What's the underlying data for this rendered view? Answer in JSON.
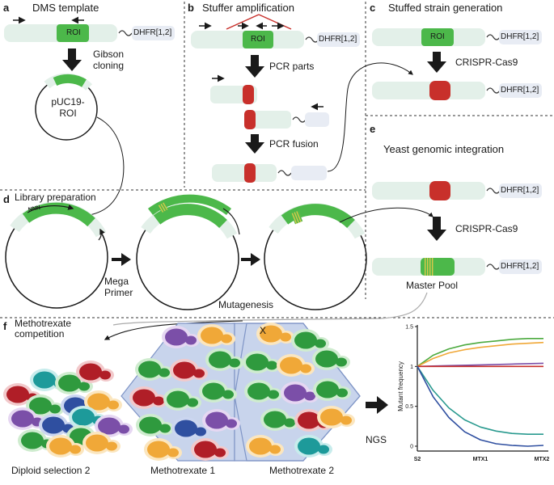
{
  "panels": {
    "a": {
      "letter": "a",
      "title": "DMS template",
      "roi": "ROI",
      "dhfr": "DHFR[1,2]",
      "step": "Gibson cloning",
      "plasmid": "pUC19-ROI"
    },
    "b": {
      "letter": "b",
      "title": "Stuffer amplification",
      "roi": "ROI",
      "dhfr": "DHFR[1,2]",
      "step1": "PCR parts",
      "step2": "PCR fusion"
    },
    "c": {
      "letter": "c",
      "title": "Stuffed strain generation",
      "roi": "ROI",
      "dhfr_top": "DHFR[1,2]",
      "step": "CRISPR-Cas9",
      "dhfr_bottom": "DHFR[1,2]"
    },
    "d": {
      "letter": "d",
      "title": "Library preparation",
      "nnn": "NNN",
      "step1": "Mega Primer",
      "step2": "Mutagenesis"
    },
    "e": {
      "letter": "e",
      "title": "Yeast genomic integration",
      "dhfr_top": "DHFR[1,2]",
      "step": "CRISPR-Cas9",
      "dhfr_bottom": "DHFR[1,2]",
      "pool": "Master Pool"
    },
    "f": {
      "letter": "f",
      "title": "Methotrexate competition",
      "cross": "X",
      "stage1": "Diploid selection 2",
      "stage2": "Methotrexate 1",
      "stage3": "Methotrexate 2",
      "ngs": "NGS"
    }
  },
  "colors": {
    "roi_green": "#4cb84a",
    "stuffer_red": "#c8302b",
    "dna_light": "#e3f0e9",
    "dhfr_box": "#e8ecf4",
    "panel_bg": "#c8d4ec",
    "mutation_yellow": "#d9c94a"
  },
  "chart_data": {
    "type": "line",
    "ylabel": "Mutant frequency",
    "xlabel": "",
    "categories": [
      "S2",
      "MTX1",
      "MTX2"
    ],
    "yticks": [
      "0",
      "0.5",
      "1",
      "1.5"
    ],
    "ylim": [
      0,
      1.5
    ],
    "series": [
      {
        "color": "#4caa3f",
        "x": [
          0,
          0.25,
          0.5,
          0.75,
          1.0,
          1.25,
          1.5,
          1.75,
          2.0
        ],
        "values": [
          1.0,
          1.14,
          1.22,
          1.27,
          1.3,
          1.32,
          1.34,
          1.35,
          1.35
        ]
      },
      {
        "color": "#f0a838",
        "x": [
          0,
          0.25,
          0.5,
          0.75,
          1.0,
          1.25,
          1.5,
          1.75,
          2.0
        ],
        "values": [
          1.0,
          1.1,
          1.17,
          1.21,
          1.24,
          1.26,
          1.28,
          1.29,
          1.3
        ]
      },
      {
        "color": "#7b4fa8",
        "x": [
          0,
          0.5,
          1.0,
          1.5,
          2.0
        ],
        "values": [
          1.0,
          1.01,
          1.02,
          1.03,
          1.04
        ]
      },
      {
        "color": "#c8302b",
        "x": [
          0,
          1.0,
          2.0
        ],
        "values": [
          1.0,
          1.0,
          1.0
        ]
      },
      {
        "color": "#2a9a8f",
        "x": [
          0,
          0.25,
          0.5,
          0.75,
          1.0,
          1.25,
          1.5,
          1.75,
          2.0
        ],
        "values": [
          1.0,
          0.7,
          0.48,
          0.33,
          0.24,
          0.19,
          0.16,
          0.15,
          0.15
        ]
      },
      {
        "color": "#2f4fa0",
        "x": [
          0,
          0.25,
          0.5,
          0.75,
          1.0,
          1.25,
          1.5,
          1.75,
          2.0
        ],
        "values": [
          1.0,
          0.62,
          0.36,
          0.18,
          0.08,
          0.03,
          0.01,
          0.0,
          0.01
        ]
      }
    ]
  }
}
